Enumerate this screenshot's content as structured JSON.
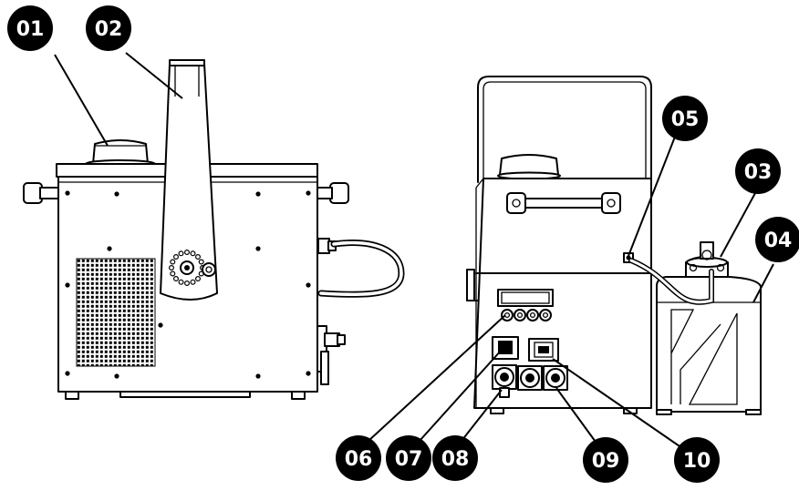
{
  "callouts": [
    {
      "id": "01",
      "label": "01"
    },
    {
      "id": "02",
      "label": "02"
    },
    {
      "id": "03",
      "label": "03"
    },
    {
      "id": "04",
      "label": "04"
    },
    {
      "id": "05",
      "label": "05"
    },
    {
      "id": "06",
      "label": "06"
    },
    {
      "id": "07",
      "label": "07"
    },
    {
      "id": "08",
      "label": "08"
    },
    {
      "id": "09",
      "label": "09"
    },
    {
      "id": "10",
      "label": "10"
    }
  ],
  "colors": {
    "line": "#000000",
    "background": "#ffffff",
    "callout_text": "#ffffff"
  }
}
